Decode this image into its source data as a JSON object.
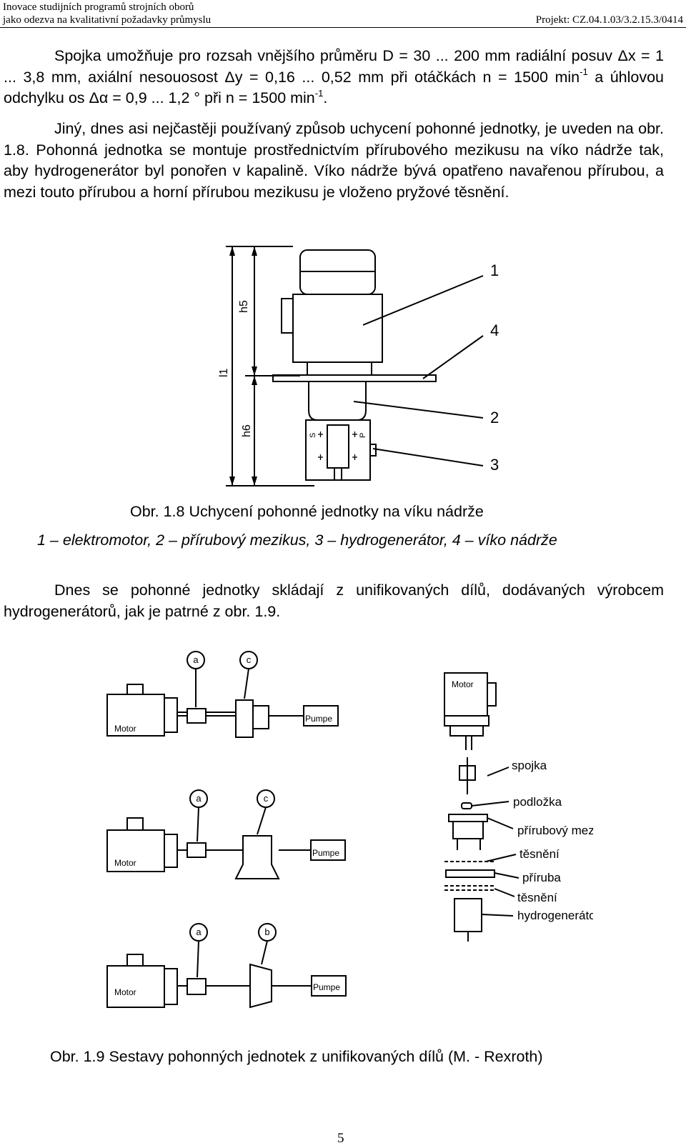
{
  "header": {
    "line1": "Inovace studijních programů strojních oborů",
    "line2": "jako odezva na kvalitativní požadavky průmyslu",
    "project": "Projekt: CZ.04.1.03/3.2.15.3/0414"
  },
  "para1": {
    "a": "Spojka umožňuje pro rozsah vnějšího průměru D = 30 ... 200 mm radiální posuv Δx = 1 ... 3,8 mm, axiální nesouosost Δy = 0,16 ... 0,52 mm při otáčkách n = 1500 min",
    "sup1": "-1",
    "b": " a úhlovou odchylku os  Δα = 0,9 ... 1,2  ° při n = 1500 min",
    "sup2": "-1",
    "c": "."
  },
  "para2": "Jiný, dnes asi nejčastěji používaný způsob uchycení pohonné jednotky, je uveden na obr. 1.8. Pohonná jednotka se montuje prostřednictvím přírubového mezikusu na víko nádrže tak, aby hydrogenerátor byl ponořen v kapalině. Víko nádrže bývá opatřeno navařenou přírubou, a mezi touto přírubou a horní přírubou mezikusu je vloženo pryžové těsnění.",
  "fig18": {
    "callouts": [
      "1",
      "4",
      "2",
      "3"
    ],
    "dims": {
      "h5": "h5",
      "l1": "l1",
      "h6": "h6"
    },
    "pump_marks": {
      "s": "S",
      "p": "P"
    },
    "caption": "Obr. 1.8 Uchycení pohonné jednotky na víku nádrže",
    "legend": "1 – elektromotor, 2 – přírubový mezikus, 3 – hydrogenerátor, 4 – víko nádrže"
  },
  "para3": "Dnes se pohonné jednotky skládají z unifikovaných dílů, dodávaných výrobcem hydrogenerátorů, jak je patrné z obr. 1.9.",
  "fig19": {
    "motor": "Motor",
    "pumpe": "Pumpe",
    "row_markers": [
      [
        "a",
        "c"
      ],
      [
        "a",
        "c"
      ],
      [
        "a",
        "b"
      ]
    ],
    "parts": [
      "spojka",
      "podložka",
      "přírubový mezikus",
      "těsnění",
      "příruba",
      "těsnění",
      "hydrogenerátor"
    ],
    "caption": "Obr. 1.9 Sestavy pohonných jednotek z unifikovaných dílů (M. - Rexroth)"
  },
  "page_number": "5"
}
